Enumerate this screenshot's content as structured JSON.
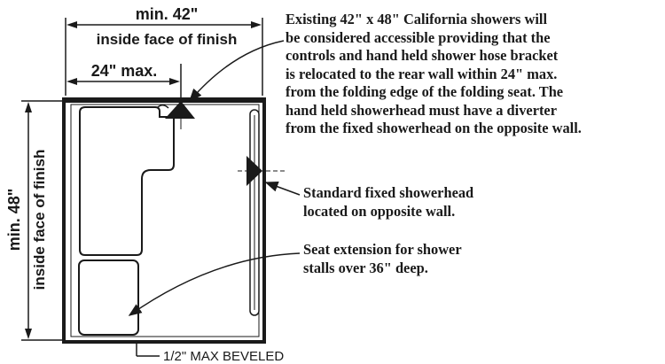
{
  "dimensions": {
    "top_width": "min. 42\"",
    "top_width_note": "inside face of finish",
    "control_offset": "24\" max.",
    "side_depth": "min. 48\"",
    "side_depth_note": "inside face of finish",
    "bevel": "1/2\"  MAX BEVELED"
  },
  "notes": {
    "existing_showers": [
      "Existing 42\" x 48\" California showers will",
      "be considered accessible providing that the",
      "controls and hand held shower hose bracket",
      "is relocated to the rear wall within 24\" max.",
      "from the folding edge of  the folding seat.  The",
      "hand held showerhead must have a diverter",
      "from the fixed showerhead on the opposite wall."
    ],
    "fixed_showerhead": [
      "Standard fixed showerhead",
      "located on opposite wall."
    ],
    "seat_extension": [
      "Seat extension for shower",
      "stalls over 36\" deep."
    ]
  }
}
